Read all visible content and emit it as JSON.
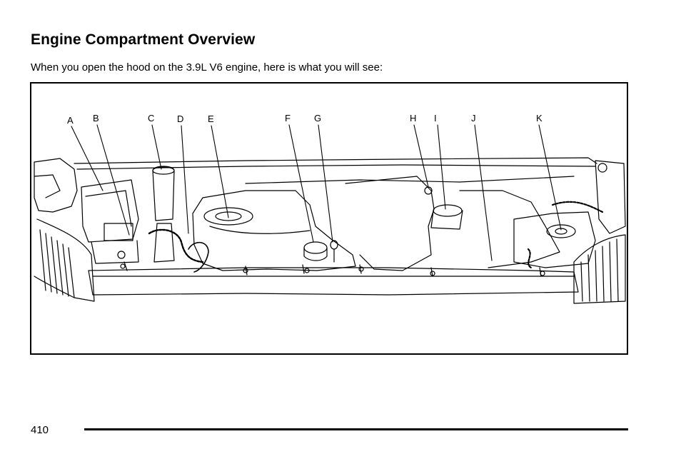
{
  "heading": "Engine Compartment Overview",
  "intro": "When you open the hood on the 3.9L V6 engine, here is what you will see:",
  "figure": {
    "callouts": [
      "A",
      "B",
      "C",
      "D",
      "E",
      "F",
      "G",
      "H",
      "I",
      "J",
      "K"
    ]
  },
  "footer": {
    "page_number": "410"
  }
}
